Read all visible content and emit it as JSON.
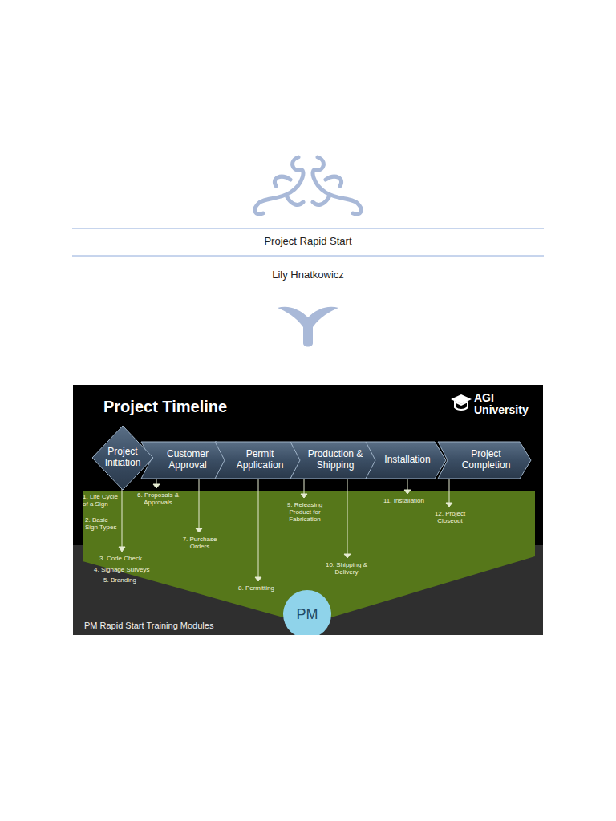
{
  "diagram": {
    "title": "Project Rapid Start",
    "nodes": [
      {
        "text": [
          "Project Initiation"
        ]
      },
      {
        "text": [
          "Customer Approval"
        ]
      },
      {
        "text": [
          "Permit Application"
        ]
      },
      {
        "text": [
          "Production & Shipping"
        ]
      },
      {
        "text": [
          "Installation"
        ]
      },
      {
        "text": [
          "Project Completion"
        ]
      },
      {
        "text": [
          "PM"
        ]
      }
    ],
    "labels": [
      "Lily Hnatkowicz",
      "Project Timeline",
      "AGI University",
      "1. Life Cycle of a Sign",
      "2. Basic Sign Types",
      "3. Code Check",
      "4. Signage Surveys",
      "5. Branding",
      "6. Proposals & Approvals",
      "7. Purchase Orders",
      "8. Permitting",
      "9. Releasing Product for Fabrication",
      "10. Shipping & Delivery",
      "11. Installation",
      "12. Project Closeout",
      "PM Rapid Start Training Modules"
    ]
  }
}
